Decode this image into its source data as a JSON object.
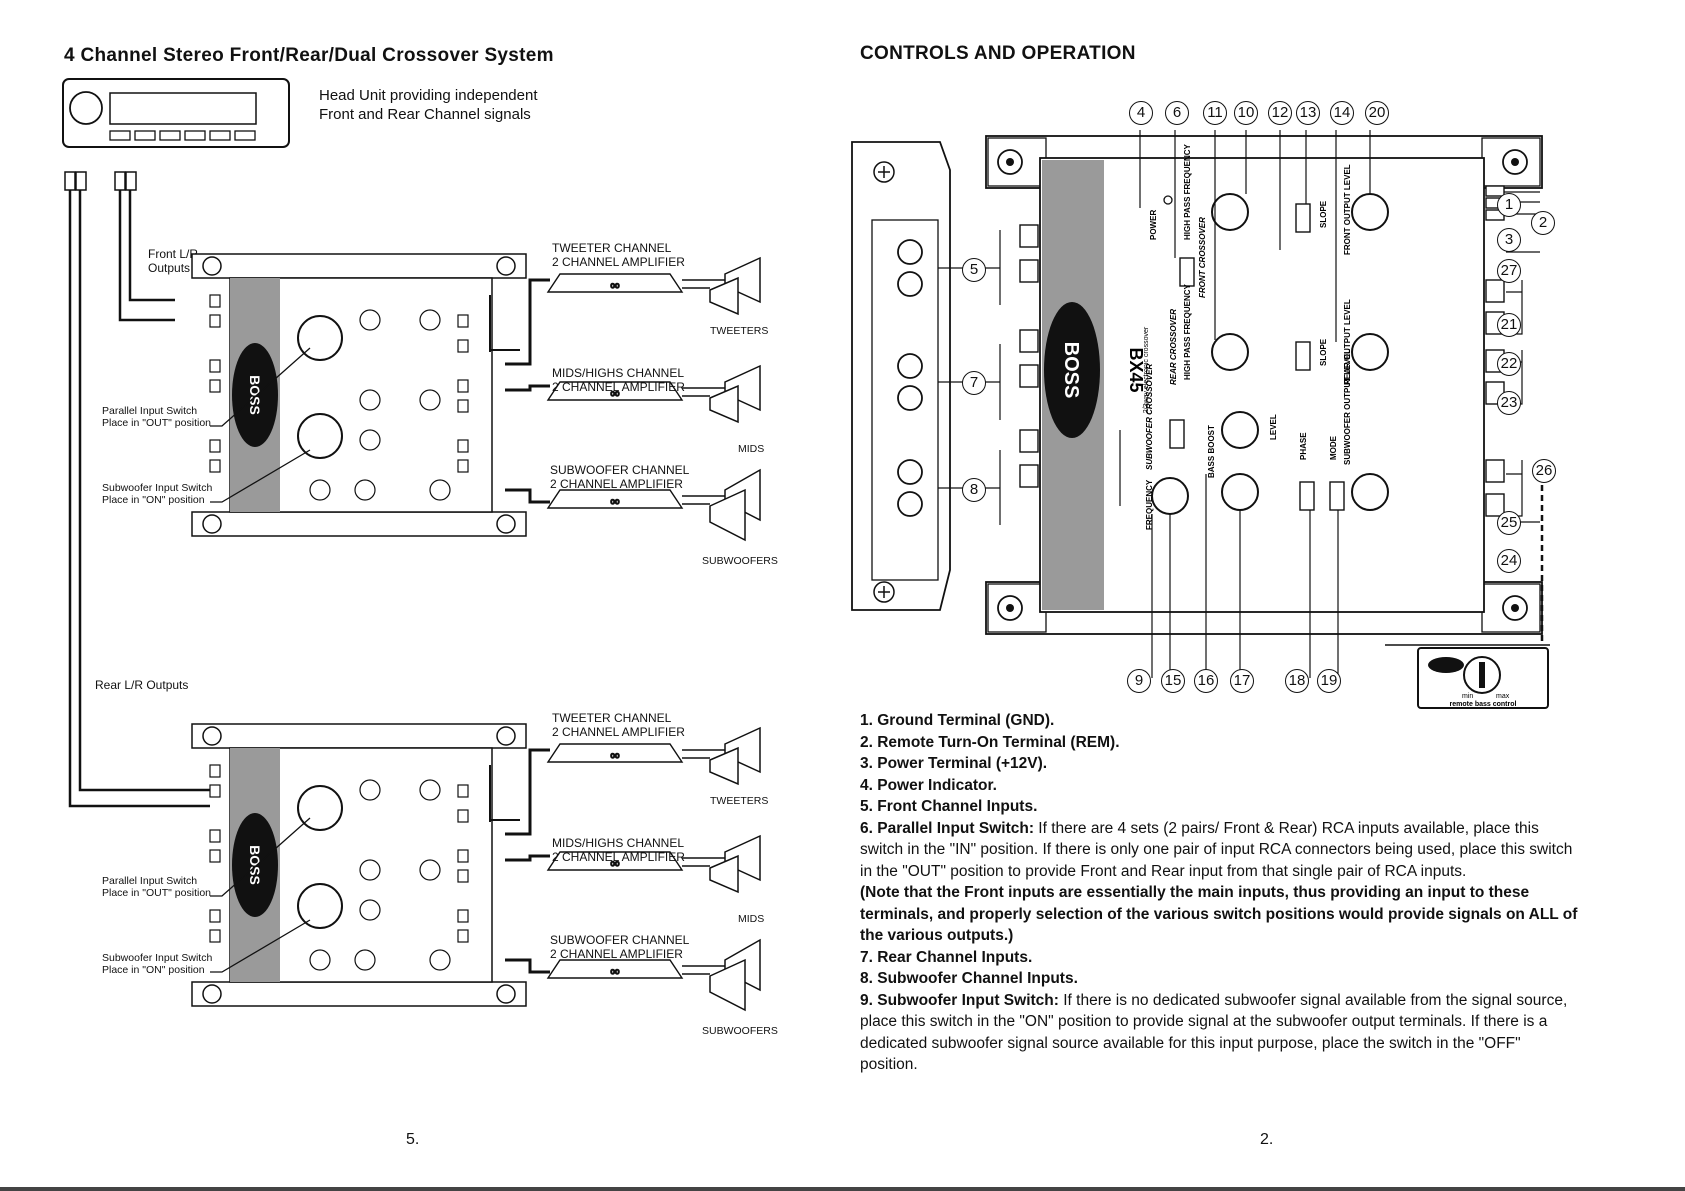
{
  "left": {
    "title": "4 Channel Stereo Front/Rear/Dual Crossover  System",
    "head_unit_text": [
      "Head Unit providing independent",
      "Front and  Rear  Channel signals"
    ],
    "front_outputs": [
      "Front L/R",
      "Outputs"
    ],
    "rear_outputs": "Rear  L/R Outputs",
    "diagrams": [
      {
        "parallel_switch": [
          "Parallel Input Switch",
          "Place in \"OUT\"  position"
        ],
        "sub_switch": [
          "Subwoofer  Input Switch",
          "Place in \"ON\" position"
        ],
        "tweeter": [
          "TWEETER CHANNEL",
          "2 CHANNEL AMPLIFIER"
        ],
        "tweeters": "TWEETERS",
        "mids_highs": [
          "MIDS/HIGHS CHANNEL",
          "2 CHANNEL AMPLIFIER"
        ],
        "mids": "MIDS",
        "subwoofer": [
          "SUBWOOFER CHANNEL",
          "2 CHANNEL AMPLIFIER"
        ],
        "subwoofers": "SUBWOOFERS"
      },
      {
        "parallel_switch": [
          "Parallel Input Switch",
          "Place in \"OUT\"  position"
        ],
        "sub_switch": [
          "Subwoofer  Input Switch",
          "Place in \"ON\" position"
        ],
        "tweeter": [
          "TWEETER CHANNEL",
          "2 CHANNEL AMPLIFIER"
        ],
        "tweeters": "TWEETERS",
        "mids_highs": [
          "MIDS/HIGHS CHANNEL",
          "2 CHANNEL AMPLIFIER"
        ],
        "mids": "MIDS",
        "subwoofer": [
          "SUBWOOFER CHANNEL",
          "2 CHANNEL AMPLIFIER"
        ],
        "subwoofers": "SUBWOOFERS"
      }
    ],
    "page_number": "5."
  },
  "right": {
    "title": "CONTROLS AND OPERATION",
    "callouts_top": [
      "4",
      "6",
      "11",
      "10",
      "12",
      "13",
      "14",
      "20"
    ],
    "callouts_right": [
      "1",
      "2",
      "3",
      "27",
      "21",
      "22",
      "23",
      "26",
      "25",
      "24"
    ],
    "callouts_left": [
      "5",
      "7",
      "8"
    ],
    "callouts_bottom": [
      "9",
      "15",
      "16",
      "17",
      "18",
      "19"
    ],
    "panel_text": {
      "brand": "BOSS",
      "model": "BX45",
      "model_sub": "2/3way electronic crossover",
      "front_xover": "FRONT CROSSOVER",
      "rear_xover": "REAR CROSSOVER",
      "sub_xover": "SUBWOOFER CROSSOVER",
      "high_pass": "HIGH PASS FREQUENCY",
      "front_output": "FRONT OUTPUT LEVEL",
      "rear_output": "REAR OUTPUT LEVEL",
      "sub_output": "SUBWOOFER OUTPUT LEVEL",
      "bass_boost": "BASS BOOST",
      "level": "LEVEL",
      "phase": "PHASE",
      "mode": "MODE",
      "frequency": "FREQUENCY",
      "power": "POWER",
      "slope": "SLOPE",
      "remote": "remote bass control",
      "min": "min",
      "max": "max"
    },
    "items": [
      {
        "bold": "1. Ground Terminal (GND).",
        "text": ""
      },
      {
        "bold": "2. Remote Turn-On Terminal (REM).",
        "text": ""
      },
      {
        "bold": "3. Power Terminal (+12V).",
        "text": ""
      },
      {
        "bold": "4. Power Indicator.",
        "text": ""
      },
      {
        "bold": "5. Front Channel Inputs.",
        "text": ""
      },
      {
        "bold": "6. Parallel Input Switch:",
        "text": " If there are 4 sets (2 pairs/ Front & Rear) RCA inputs available, place this switch in the \"IN\" position. If there is only one pair of input RCA connectors being used, place this switch in the \"OUT\" position to provide Front and Rear input from that single pair of RCA inputs."
      },
      {
        "bold": "(Note that the Front inputs are essentially the main inputs, thus providing an input to these  terminals, and properly selection of the various switch positions would provide signals on  ALL of the various  outputs.)",
        "text": ""
      },
      {
        "bold": "7. Rear Channel Inputs.",
        "text": ""
      },
      {
        "bold": "8. Subwoofer Channel Inputs.",
        "text": ""
      },
      {
        "bold": "9.  Subwoofer Input Switch:",
        "text": " If there is no dedicated subwoofer signal available from  the signal source,  place this switch in the \"ON\" position to provide signal at the subwoofer output terminals.  If there is a dedicated subwoofer signal source available for this input purpose, place the switch in the \"OFF\"  position."
      }
    ],
    "page_number": "2."
  }
}
